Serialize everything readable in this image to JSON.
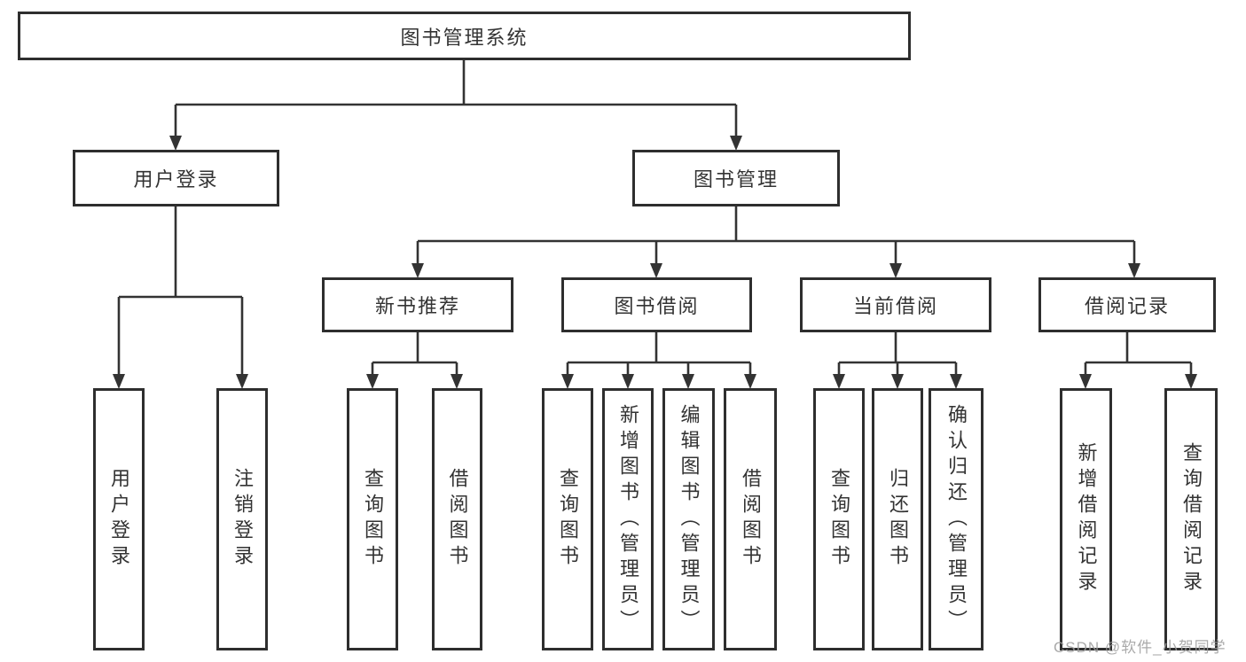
{
  "diagram": {
    "tree": {
      "label": "图书管理系统",
      "children": [
        {
          "label": "用户登录",
          "children": [
            {
              "label": "用户登录"
            },
            {
              "label": "注销登录"
            }
          ]
        },
        {
          "label": "图书管理",
          "children": [
            {
              "label": "新书推荐",
              "children": [
                {
                  "label": "查询图书"
                },
                {
                  "label": "借阅图书"
                }
              ]
            },
            {
              "label": "图书借阅",
              "children": [
                {
                  "label": "查询图书"
                },
                {
                  "label": "新增图书（管理员）"
                },
                {
                  "label": "编辑图书（管理员）"
                },
                {
                  "label": "借阅图书"
                }
              ]
            },
            {
              "label": "当前借阅",
              "children": [
                {
                  "label": "查询图书"
                },
                {
                  "label": "归还图书"
                },
                {
                  "label": "确认归还（管理员）"
                }
              ]
            },
            {
              "label": "借阅记录",
              "children": [
                {
                  "label": "新增借阅记录"
                },
                {
                  "label": "查询借阅记录"
                }
              ]
            }
          ]
        }
      ]
    },
    "line_color": "#333333",
    "border_color": "#2e2e2e"
  },
  "watermark": "CSDN @软件_小贺同学"
}
